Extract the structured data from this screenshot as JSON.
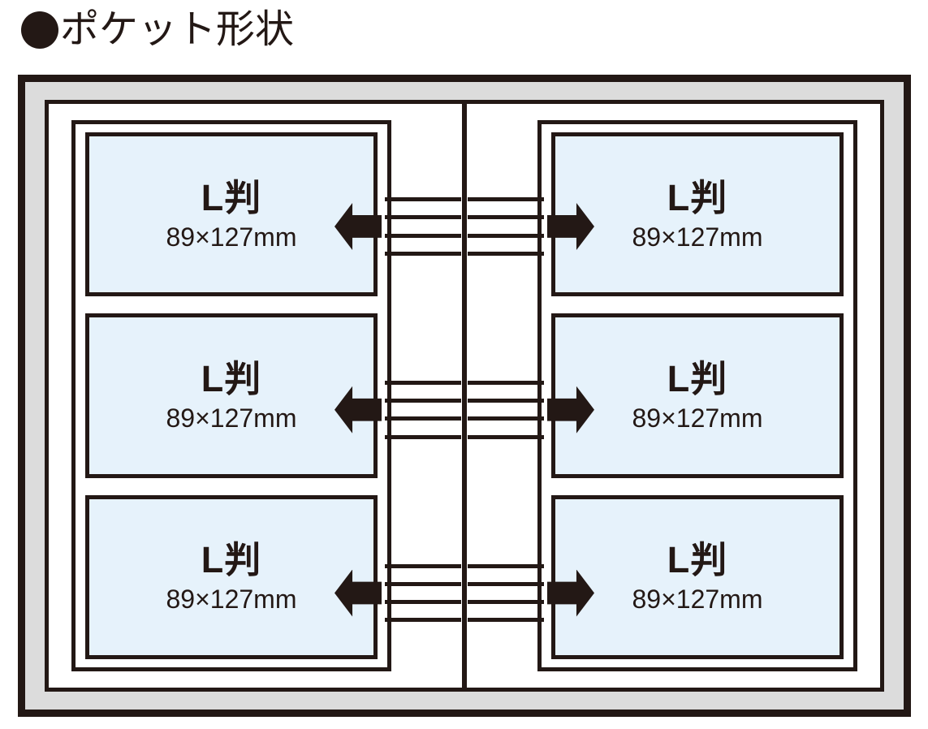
{
  "title": {
    "bullet": "filled-circle-bullet",
    "text": "ポケット形状"
  },
  "album": {
    "colors": {
      "frame": "#231815",
      "band": "#dcdcdc",
      "page": "#ffffff",
      "pocket_fill": "#e6f2fb"
    },
    "spine": "center-spine-divider",
    "pages": [
      {
        "side": "left",
        "pockets": [
          {
            "size_label": "L判",
            "dimensions": "89×127mm"
          },
          {
            "size_label": "L判",
            "dimensions": "89×127mm"
          },
          {
            "size_label": "L判",
            "dimensions": "89×127mm"
          }
        ],
        "arrow_rows": [
          {
            "direction": "left",
            "rule_count": 4
          },
          {
            "direction": "left",
            "rule_count": 4
          },
          {
            "direction": "left",
            "rule_count": 4
          }
        ]
      },
      {
        "side": "right",
        "pockets": [
          {
            "size_label": "L判",
            "dimensions": "89×127mm"
          },
          {
            "size_label": "L判",
            "dimensions": "89×127mm"
          },
          {
            "size_label": "L判",
            "dimensions": "89×127mm"
          }
        ],
        "arrow_rows": [
          {
            "direction": "right",
            "rule_count": 4
          },
          {
            "direction": "right",
            "rule_count": 4
          },
          {
            "direction": "right",
            "rule_count": 4
          }
        ]
      }
    ]
  }
}
